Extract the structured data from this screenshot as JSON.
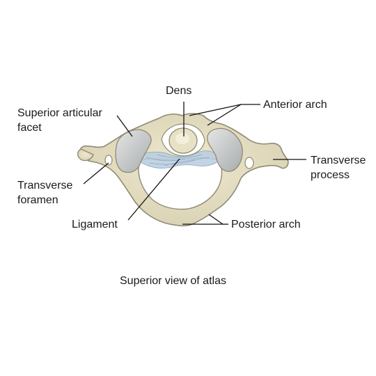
{
  "labels": {
    "dens": "Dens",
    "anterior_arch": "Anterior arch",
    "superior_articular_facet": [
      "Superior articular",
      "facet"
    ],
    "transverse_process": [
      "Transverse",
      "process"
    ],
    "transverse_foramen": [
      "Transverse",
      "foramen"
    ],
    "ligament": "Ligament",
    "posterior_arch": "Posterior arch"
  },
  "caption": "Superior view of atlas",
  "colors": {
    "bone_fill": "#e7e1c6",
    "bone_stroke": "#8f8a73",
    "facet_fill": "#cfd1d1",
    "ligament_fill": "#b9cde0",
    "leader_line": "#111111"
  }
}
